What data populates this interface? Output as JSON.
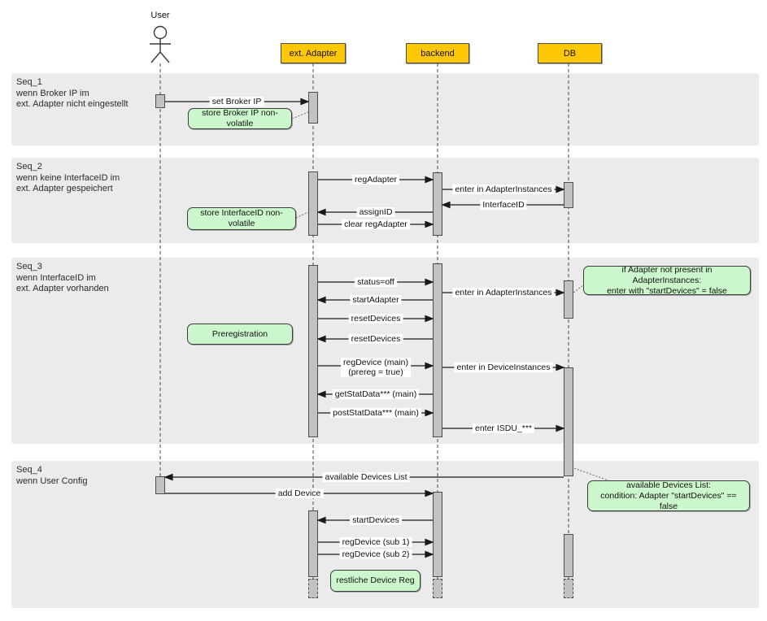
{
  "participants": {
    "user": "User",
    "adapter": "ext. Adapter",
    "backend": "backend",
    "db": "DB"
  },
  "sections": {
    "seq1": {
      "title": "Seq_1",
      "desc": "wenn Broker IP im\next. Adapter nicht eingestellt"
    },
    "seq2": {
      "title": "Seq_2",
      "desc": "wenn keine InterfaceID im\next. Adapter gespeichert"
    },
    "seq3": {
      "title": "Seq_3",
      "desc": "wenn InterfaceID im\next. Adapter vorhanden"
    },
    "seq4": {
      "title": "Seq_4",
      "desc": "wenn User Config"
    }
  },
  "messages": {
    "set_broker_ip": "set Broker IP",
    "reg_adapter": "regAdapter",
    "enter_adapter_instances_1": "enter in AdapterInstances",
    "interface_id": "InterfaceID",
    "assign_id": "assignID",
    "clear_reg_adapter": "clear regAdapter",
    "status_off": "status=off",
    "enter_adapter_instances_2": "enter in AdapterInstances",
    "start_adapter": "startAdapter",
    "reset_devices_1": "resetDevices",
    "reset_devices_2": "resetDevices",
    "reg_device_main": "regDevice (main)\n(prereg = true)",
    "enter_device_instances": "enter in DeviceInstances",
    "get_stat_data": "getStatData*** (main)",
    "post_stat_data": "postStatData*** (main)",
    "enter_isdu": "enter ISDU_***",
    "available_devices_list": "available Devices List",
    "add_device": "add Device",
    "start_devices": "startDevices",
    "reg_device_sub1": "regDevice (sub 1)",
    "reg_device_sub2": "regDevice (sub 2)"
  },
  "notes": {
    "store_broker_ip": "store Broker IP non-volatile",
    "store_interface_id": "store InterfaceID non-volatile",
    "preregistration": "Preregistration",
    "if_adapter_not_present": "if Adapter not present in AdapterInstances:\nenter with \"startDevices\" = false",
    "available_devices_condition": "available Devices List:\ncondition: Adapter \"startDevices\" == false",
    "restliche_device_reg": "restliche Device Reg"
  },
  "colors": {
    "participant_fill": "#ffc807",
    "note_fill": "#ccf7cc",
    "band_fill": "#ebebeb",
    "activation_fill": "#c2c2c2"
  }
}
